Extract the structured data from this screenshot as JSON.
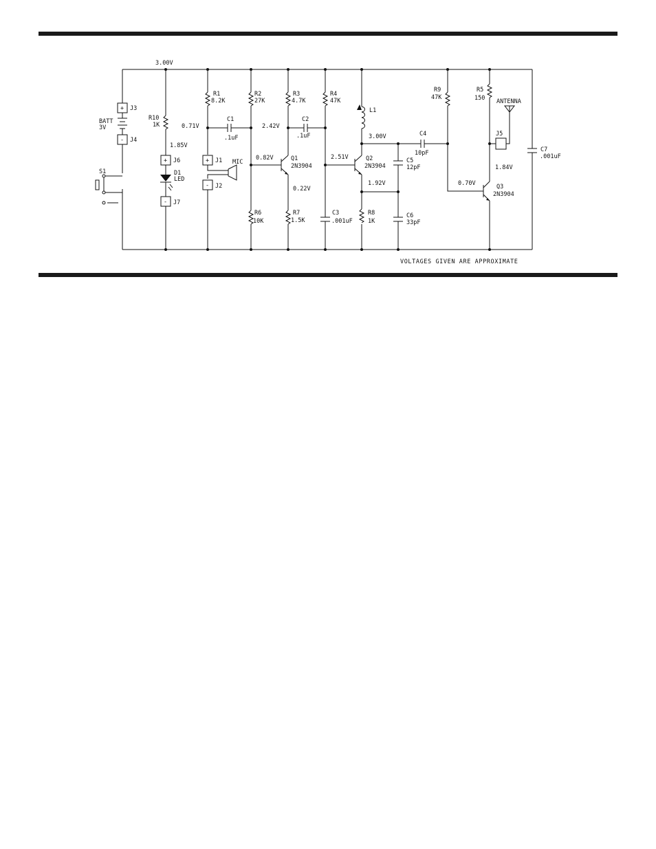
{
  "voltages": {
    "rail": "3.00V",
    "q1_base_bias": "0.71V",
    "led_anode": "1.85V",
    "q1_base": "0.82V",
    "q1_collector": "2.42V",
    "q1_emitter": "0.22V",
    "q2_base": "2.51V",
    "q2_collector": "3.00V",
    "q2_emitter": "1.92V",
    "q3_base": "0.70V",
    "q3_collector": "1.84V"
  },
  "components": {
    "batt": "BATT",
    "batt_val": "3V",
    "s1": "S1",
    "j3": "J3",
    "j4": "J4",
    "j6": "J6",
    "j7": "J7",
    "j1": "J1",
    "j2": "J2",
    "j5": "J5",
    "r10": "R10",
    "r10_val": "1K",
    "d1": "D1",
    "d1_val": "LED",
    "r1": "R1",
    "r1_val": "8.2K",
    "c1": "C1",
    "c1_val": ".1uF",
    "mic": "MIC",
    "r2": "R2",
    "r2_val": "27K",
    "r6": "R6",
    "r6_val": "10K",
    "r3": "R3",
    "r3_val": "4.7K",
    "r7": "R7",
    "r7_val": "1.5K",
    "c2": "C2",
    "c2_val": ".1uF",
    "q1": "Q1",
    "q1_val": "2N3904",
    "r4": "R4",
    "r4_val": "47K",
    "c3": "C3",
    "c3_val": ".001uF",
    "l1": "L1",
    "q2": "Q2",
    "q2_val": "2N3904",
    "r8": "R8",
    "r8_val": "1K",
    "c4": "C4",
    "c4_val": "10pF",
    "c5": "C5",
    "c5_val": "12pF",
    "c6": "C6",
    "c6_val": "33pF",
    "r9": "R9",
    "r9_val": "47K",
    "r5": "R5",
    "r5_val": "150",
    "antenna": "ANTENNA",
    "q3": "Q3",
    "q3_val": "2N3904",
    "c7": "C7",
    "c7_val": ".001uF"
  },
  "polarity": {
    "plus": "+",
    "minus": "-"
  },
  "note": "VOLTAGES GIVEN ARE APPROXIMATE"
}
